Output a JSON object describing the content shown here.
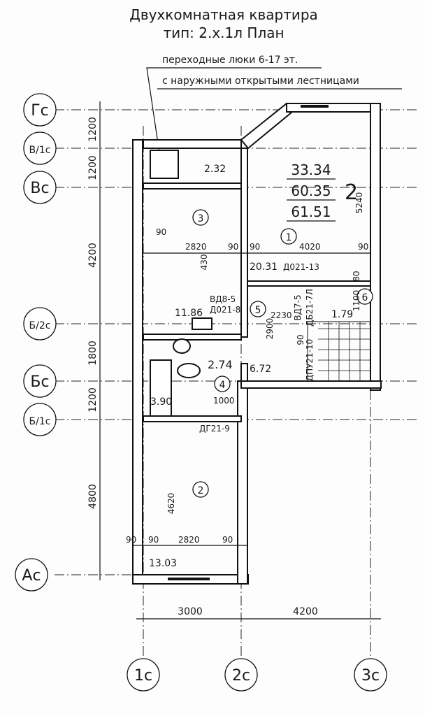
{
  "title": "Двухкомнатная квартира",
  "subtitle": "тип: 2.х.1л План",
  "notes": [
    "переходные люки 6-17 эт.",
    "с наружными открытыми лестницами"
  ],
  "row_axes": [
    "Гс",
    "В/1с",
    "Вс",
    "Б/2с",
    "Бс",
    "Б/1с",
    "Ас"
  ],
  "col_axes": [
    "1с",
    "2с",
    "3с"
  ],
  "left_dims": [
    "1200",
    "1200",
    "4200",
    "1800",
    "1200",
    "4800"
  ],
  "bottom_dims": [
    "3000",
    "4200"
  ],
  "totals": {
    "living": "33.34",
    "total": "60.35",
    "total_with_balcony": "61.51",
    "rooms": "2"
  },
  "areas": {
    "a232": "2.32",
    "a2031": "20.31",
    "a1186": "11.86",
    "a274": "2.74",
    "a672": "6.72",
    "a390": "3.90",
    "a179": "1.79",
    "a1303": "13.03"
  },
  "room_numbers": [
    "1",
    "2",
    "3",
    "4",
    "5",
    "6"
  ],
  "dims": {
    "d5240": "5240",
    "d2820a": "2820",
    "d90": "90",
    "d4020": "4020",
    "d430": "430",
    "d2230": "2230",
    "d2900": "2900",
    "d1100": "1100",
    "d80": "80",
    "d1000": "1000",
    "d4620": "4620",
    "d2820b": "2820"
  },
  "doors": {
    "d1": "Д021-13",
    "d2": "ВД8-5",
    "d3": "Д021-8",
    "d4": "ВД7-5",
    "d5": "ДБ21-7Л",
    "d6": "ДПУ21-10",
    "d7": "ДГ21-9"
  }
}
